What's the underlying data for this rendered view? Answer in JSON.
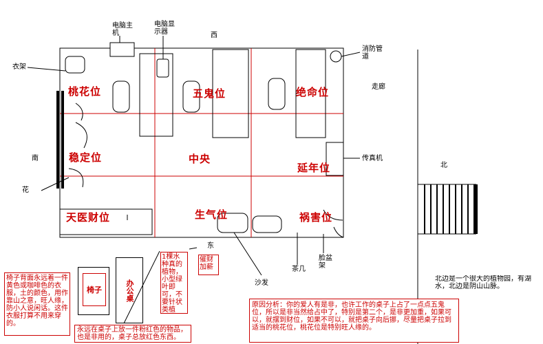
{
  "labels": {
    "computer_host": "电脑主机",
    "computer_monitor": "电脑显示器",
    "west": "西",
    "east": "东",
    "south": "南",
    "north": "北",
    "coat_rack": "衣架",
    "fire_pipe": "消防管道",
    "corridor": "走廊",
    "fax": "传真机",
    "flower": "花",
    "tea_table": "茶几",
    "washbasin": "脸盆架",
    "sofa": "沙发"
  },
  "zones": {
    "taohua": "桃花位",
    "wugui": "五鬼位",
    "jueming": "绝命位",
    "wending": "稳定位",
    "zhongyang": "中央",
    "yannian": "延年位",
    "tianyi": "天医财位",
    "shengqi": "生气位",
    "huohai": "祸害位"
  },
  "notes": {
    "chair_note": "椅子背面永远着一件黄色或咖啡色的衣服，土的颜色，用作靠山之意，旺人缘，防小人说闲话。这件衣服打算不用来穿的。",
    "chair": "椅子",
    "desk": "办公桌",
    "desk_note": "永远在桌子上放一件粉红色的物品，也是非用的，桌子总放红色东西。",
    "plant_note": "1棵水种真的植物，小型绿叶即可，不要针状类植物。",
    "wealth_note": "催财加薪",
    "north_note": "北边是一个很大的植物园，有湖水，北边是阴山山脉。",
    "analysis": "原因分析：你的爱人有是非，也许工作的桌子上占了一点点五鬼位，所以是非当然给占中了，特别是第二个，是非更加重，如果可以，就摆到财位，如果不可以，就把桌子向后挪，尽量把桌子拉到适当的桃花位，桃花位是特别旺人缘的。"
  },
  "colors": {
    "accent": "#cc0000",
    "line": "#000000"
  }
}
